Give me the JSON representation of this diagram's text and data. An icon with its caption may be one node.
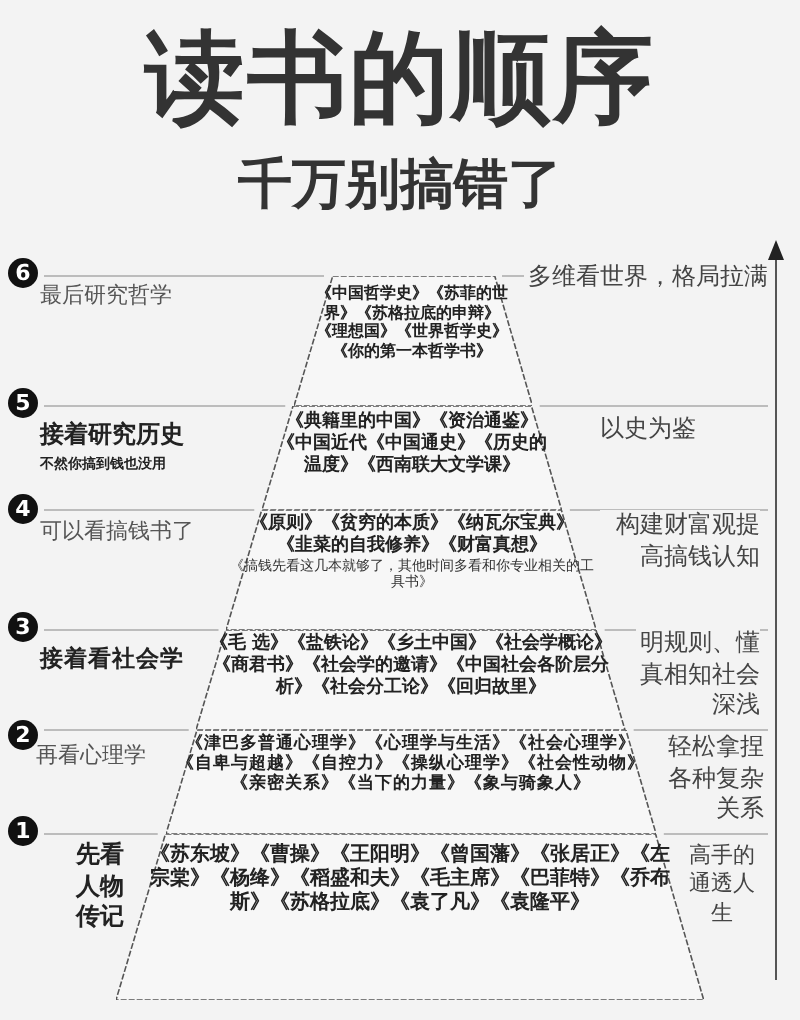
{
  "diagram": {
    "title": "读书的顺序",
    "nodes": [
      {
        "text": [
          "《中国哲学史》《苏菲的世界》《苏格拉底的申辩》《理想国》《世界哲学史》《你的第一本哲学书》"
        ],
        "beside": [
          "6",
          "最后研究哲学",
          "多维看世界，格局拉满"
        ]
      },
      {
        "text": [
          "《典籍里的中国》《资治通鉴》《中国近代《中国通史》《历史的温度》《西南联大文学课》"
        ],
        "beside": [
          "5",
          "接着研究历史",
          "不然你搞到钱也没用",
          "以史为鉴"
        ]
      },
      {
        "text": [
          "《原则》《贫穷的本质》《纳瓦尔宝典》《韭菜的自我修养》《财富真想》",
          "《搞钱先看这几本就够了，其他时间多看和你专业相关的工具书》"
        ],
        "beside": [
          "4",
          "可以看搞钱书了",
          "构建财富观提高搞钱认知"
        ]
      },
      {
        "text": [
          "《毛 选》《盐铁论》《乡土中国》《社会学概论》《商君书》《社会学的邀请》《中国社会各阶层分析》《社会分工论》《回归故里》"
        ],
        "beside": [
          "3",
          "接着看社会学",
          "明规则、懂真相知社会深浅"
        ]
      },
      {
        "text": [
          "《津巴多普通心理学》《心理学与生活》《社会心理学》《自卑与超越》《自控力》《操纵心理学》《社会性动物》《亲密关系》《当下的力量》《象与骑象人》"
        ],
        "beside": [
          "2",
          "再看心理学",
          "轻松拿捏各种复杂关系"
        ]
      },
      {
        "text": [
          "《苏东坡》《曹操》《王阳明》《曾国藩》《张居正》《左宗棠》《杨绛》《稻盛和夫》《毛主席》《巴菲特》《乔布斯》《苏格拉底》《袁了凡》《袁隆平》"
        ],
        "beside": [
          "1",
          "先看人物传记",
          "高手的通透人生"
        ]
      }
    ],
    "labels": [
      "千万别搞错了"
    ]
  }
}
